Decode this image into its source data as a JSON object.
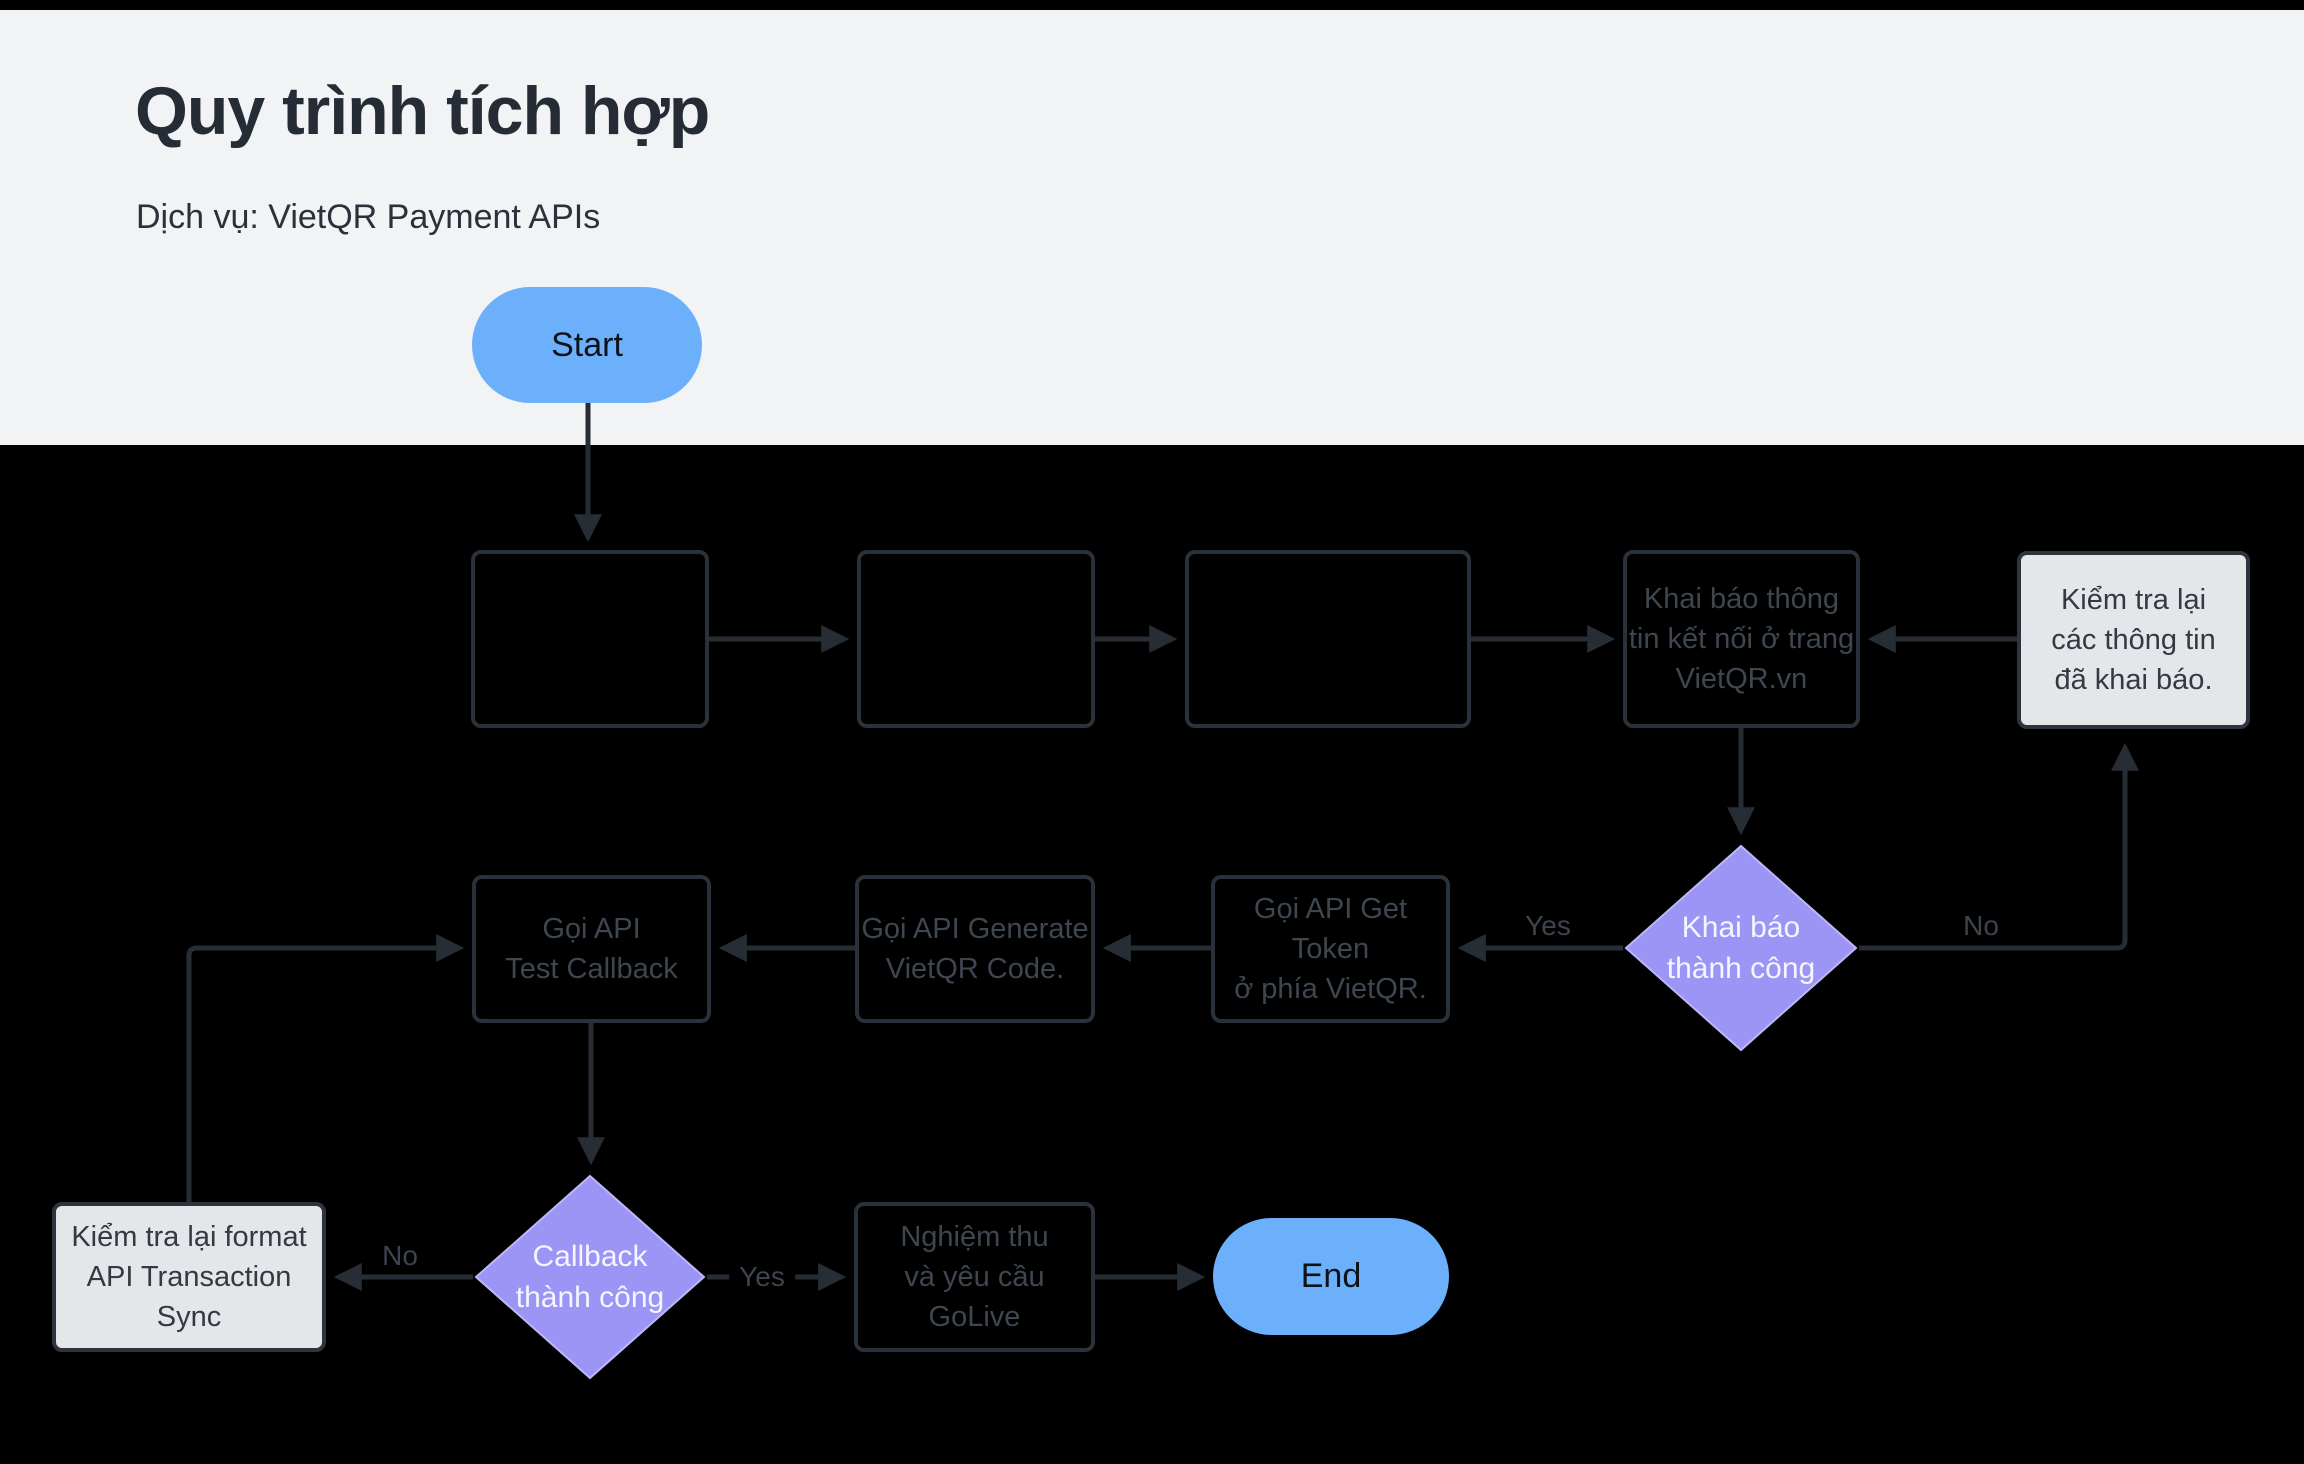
{
  "page": {
    "title": "Quy trình tích hợp",
    "subtitle": "Dịch vụ: VietQR Payment APIs"
  },
  "nodes": {
    "start": "Start",
    "step1": "",
    "step2": "",
    "step3": "",
    "declare_info": "Khai báo thông\ntin kết nối ở trang\nVietQR.vn",
    "check_declared_info": "Kiểm tra lại\ncác thông tin\nđã khai báo.",
    "decision_declare": "Khai báo\nthành công",
    "get_token": "Gọi API Get Token\nở phía VietQR.",
    "generate_code": "Gọi API Generate\nVietQR Code.",
    "test_callback": "Gọi API\nTest Callback",
    "decision_callback": "Callback\nthành công",
    "check_format": "Kiểm tra lại format\nAPI Transaction Sync",
    "acceptance_golive": "Nghiệm thu\nvà yêu cầu GoLive",
    "end": "End"
  },
  "edge_labels": {
    "declare_yes": "Yes",
    "declare_no": "No",
    "callback_no": "No",
    "callback_yes": "Yes"
  },
  "colors": {
    "top_background": "#f2f3f5",
    "bottom_background": "#000000",
    "terminal_fill": "#6cb0fc",
    "decision_fill": "#9c95f5",
    "note_fill": "#e4e6e9",
    "box_border": "#2a313b",
    "box_text": "#3e4650",
    "edge": "#272d35"
  }
}
